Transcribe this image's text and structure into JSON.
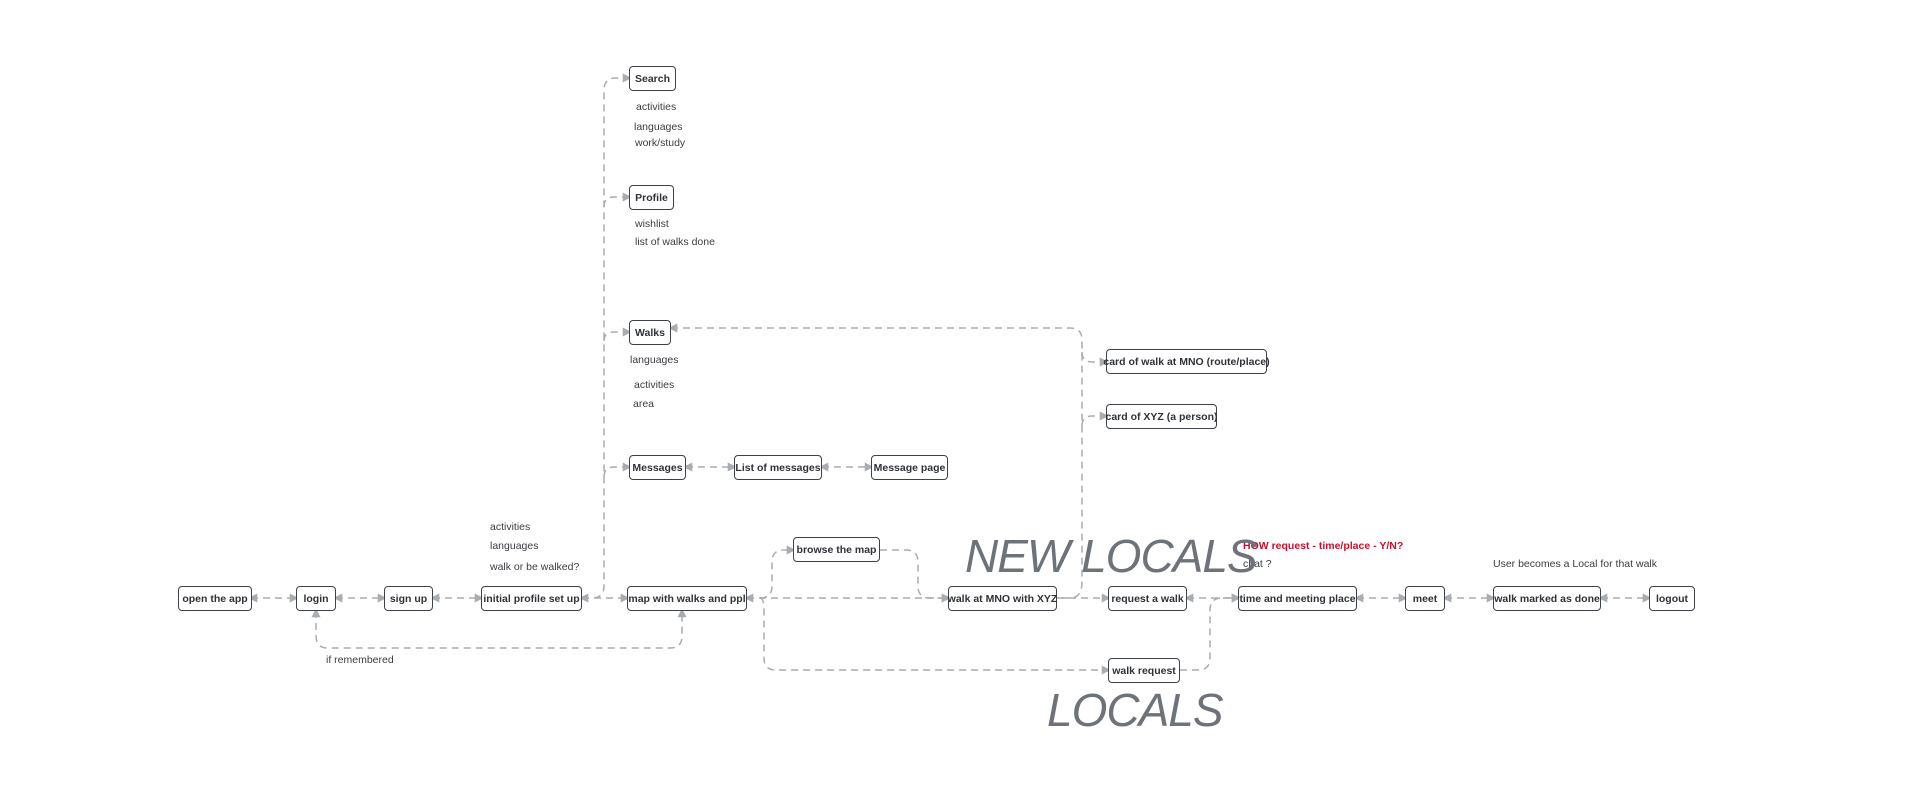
{
  "nodes": {
    "open_app": "open the app",
    "login": "login",
    "sign_up": "sign up",
    "initial_profile": "initial profile set up",
    "map": "map with walks and ppl",
    "browse_map": "browse the map",
    "walk_mno_xyz": "walk at MNO with XYZ",
    "request_walk": "request a walk",
    "walk_request": "walk request",
    "time_meeting": "time and meeting place",
    "meet": "meet",
    "walk_done": "walk marked as done",
    "logout": "logout",
    "search": "Search",
    "profile": "Profile",
    "walks": "Walks",
    "messages": "Messages",
    "list_messages": "List of messages",
    "message_page": "Message page",
    "card_walk": "card of walk at MNO (route/place)",
    "card_xyz": "card of XYZ (a person)"
  },
  "labels": {
    "search_activities": "activities",
    "search_languages": "languages",
    "search_work": "work/study",
    "profile_wishlist": "wishlist",
    "profile_walks_done": "list of walks done",
    "walks_languages": "languages",
    "walks_activities": "activities",
    "walks_area": "area",
    "setup_activities": "activities",
    "setup_languages": "languages",
    "setup_walk": "walk or be walked?",
    "if_remembered": "if remembered",
    "how_request": "HOW request - time/place - Y/N?",
    "chat": "chat ?",
    "local_note": "User becomes a Local for that walk"
  },
  "headings": {
    "new_locals": "NEW LOCALS",
    "locals": "LOCALS"
  },
  "colors": {
    "connector": "#a9acb1",
    "node_border": "#3e4147",
    "note_red": "#c8102e"
  }
}
